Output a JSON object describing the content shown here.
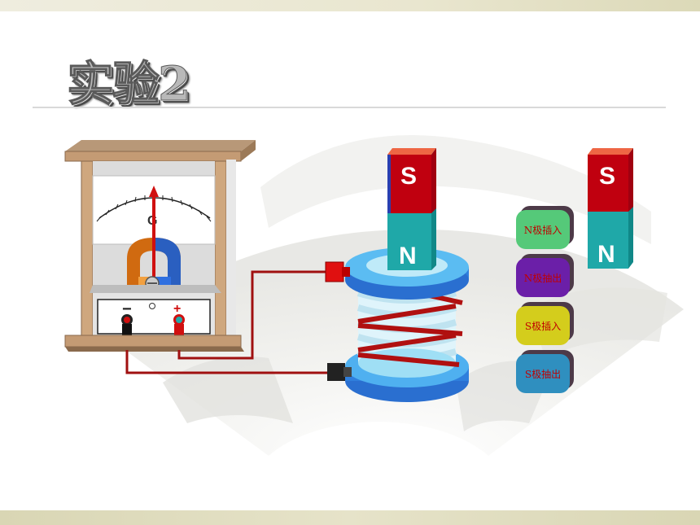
{
  "slide": {
    "title": "实验2"
  },
  "meter": {
    "dial_letter": "G",
    "minus_label": "−",
    "plus_label": "+"
  },
  "magnet_left": {
    "top_pole": "S",
    "bottom_pole": "N"
  },
  "magnet_right": {
    "top_pole": "S",
    "bottom_pole": "N"
  },
  "buttons": [
    {
      "label": "N极插入",
      "color": "#55c979",
      "text_color": "#c00000"
    },
    {
      "label": "N极抽出",
      "color": "#6b1fa8",
      "text_color": "#c00000"
    },
    {
      "label": "S极插入",
      "color": "#d4cd1c",
      "text_color": "#c00000"
    },
    {
      "label": "S极抽出",
      "color": "#2f8fbf",
      "text_color": "#c00000"
    }
  ],
  "colors": {
    "magnet_red": "#c0000f",
    "magnet_teal": "#1fa8a8",
    "coil_blue": "#7fd6f0",
    "wire": "#a01010",
    "wood": "#c8a077"
  }
}
